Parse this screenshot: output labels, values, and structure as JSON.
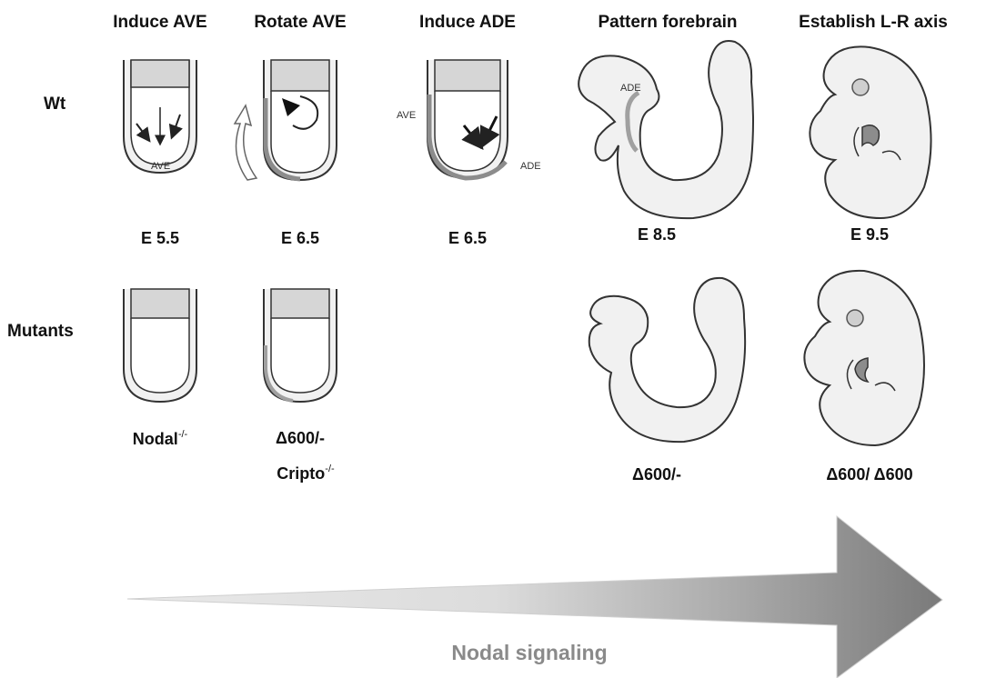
{
  "headers": [
    "Induce AVE",
    "Rotate AVE",
    "Induce ADE",
    "Pattern forebrain",
    "Establish L-R axis"
  ],
  "rows": {
    "wt": "Wt",
    "mutants": "Mutants"
  },
  "stages": [
    "E 5.5",
    "E 6.5",
    "E 6.5",
    "E 8.5",
    "E 9.5"
  ],
  "mutant_labels": {
    "nodal": "Nodal",
    "nodal_sup": "-/-",
    "d600": "Δ600/-",
    "cripto": "Cripto",
    "cripto_sup": "-/-",
    "d600_forebrain": "Δ600/-",
    "d600_d600": "Δ600/ Δ600"
  },
  "inline_labels": {
    "ave1": "AVE",
    "ave2": "AVE",
    "ade1": "ADE",
    "ade2": "ADE"
  },
  "arrow_label": "Nodal signaling",
  "colors": {
    "embryo_fill": "#f1f1f1",
    "endoderm": "#b7b7b7",
    "ave_marker": "#8c8c8c",
    "arrow_dark": "#7a7a7a"
  }
}
